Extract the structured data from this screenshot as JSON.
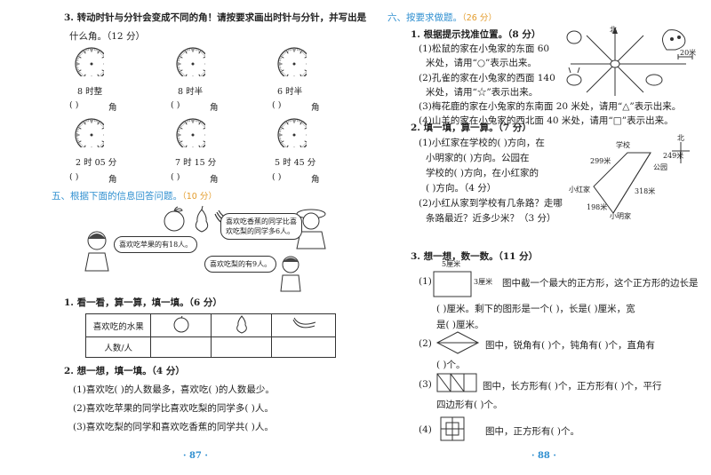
{
  "left": {
    "q3": {
      "text_line1": "3. 转动时针与分针会变成不同的角！请按要求画出时针与分针，并写出是",
      "text_line2": "什么角。（12 分）",
      "clocks_row1": [
        "8 时整",
        "8 时半",
        "6 时半"
      ],
      "clocks_row2": [
        "2 时 05 分",
        "7 时 15 分",
        "5 时 45 分"
      ],
      "angle_suffix": "角",
      "paren": "(          )"
    },
    "sec5": {
      "title": "五、根据下面的信息回答问题。",
      "points": "（10 分）",
      "bubble_apple": "喜欢吃苹果的有18人。",
      "bubble_banana": "喜欢吃香蕉的同学比喜欢吃梨的同学多6人。",
      "bubble_pear": "喜欢吃梨的有9人。"
    },
    "q1": {
      "text": "1. 看一看，算一算，填一填。（6 分）",
      "row1_header": "喜欢吃的水果",
      "row2_header": "人数/人"
    },
    "q2": {
      "text": "2. 想一想，填一填。（4 分）",
      "lines": [
        "(1)喜欢吃(        )的人数最多，喜欢吃(        )的人数最少。",
        "(2)喜欢吃苹果的同学比喜欢吃梨的同学多(        )人。",
        "(3)喜欢吃梨的同学和喜欢吃香蕉的同学共(        )人。"
      ]
    },
    "page_number": "· 87 ·"
  },
  "right": {
    "sec6": {
      "title": "六、按要求做题。",
      "points": "（26 分）"
    },
    "q1": {
      "text": "1. 根据提示找准位置。（8 分）",
      "lines": [
        "(1)松鼠的家在小兔家的东面 60",
        "米处，请用“○”表示出来。",
        "(2)孔雀的家在小兔家的西面 140",
        "米处，请用“☆”表示出来。",
        "(3)梅花鹿的家在小兔家的东南面 20 米处，请用“△”表示出来。",
        "(4)山羊的家在小兔家的西北面 40 米处，请用“□”表示出来。"
      ],
      "north": "北",
      "scale": "20米"
    },
    "q2": {
      "text": "2. 填一填，算一算。（7 分）",
      "lines": [
        "(1)小红家在学校的(        )方向，在",
        "小明家的(        )方向。公园在",
        "学校的(        )方向，在小红家的",
        "(        )方向。（4 分）",
        "(2)小红从家到学校有几条路？走哪",
        "条路最近？近多少米？（3 分）"
      ],
      "map": {
        "school": "学校",
        "park": "公园",
        "xiaohong": "小红家",
        "xiaoming": "小明家",
        "north": "北",
        "distances": [
          "299米",
          "318米",
          "198米",
          "249米"
        ]
      }
    },
    "q3": {
      "text": "3. 想一想，数一数。（11 分）",
      "rect_top": "5厘米",
      "rect_side": "3厘米",
      "lines": [
        "(1)",
        "图中截一个最大的正方形，这个正方形的边长是",
        "(        )厘米。剩下的图形是一个(        )，长是(        )厘米，宽",
        "是(        )厘米。",
        "(2)",
        "图中，锐角有(        )个，钝角有(        )个，直角有",
        "(        )个。",
        "(3)",
        "图中，长方形有(        )个，正方形有(        )个，平行",
        "四边形有(        )个。",
        "(4)",
        "图中，正方形有(        )个。"
      ]
    },
    "page_number": "· 88 ·"
  }
}
